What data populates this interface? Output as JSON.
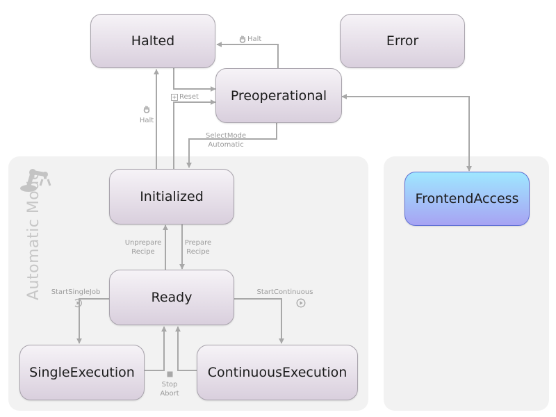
{
  "states": {
    "halted": "Halted",
    "error": "Error",
    "preoperational": "Preoperational",
    "initialized": "Initialized",
    "ready": "Ready",
    "single_execution": "SingleExecution",
    "continuous_execution": "ContinuousExecution",
    "frontend_access": "FrontendAccess"
  },
  "mode_title": "Automatic Mode",
  "transitions": {
    "halt_top": "Halt",
    "reset": "Reset",
    "halt_left": "Halt",
    "select_mode": "SelectMode",
    "select_mode_sub": "Automatic",
    "unprepare_1": "Unprepare",
    "unprepare_2": "Recipe",
    "prepare_1": "Prepare",
    "prepare_2": "Recipe",
    "start_single": "StartSingleJob",
    "start_continuous": "StartContinuous",
    "stop": "Stop",
    "abort": "Abort"
  },
  "icons": {
    "halt": "hand-icon",
    "reset": "reset-icon",
    "start_single": "single-play-icon",
    "start_continuous": "play-icon",
    "stop": "stop-icon",
    "mode": "robot-arm-icon"
  },
  "colors": {
    "panel": "#f2f2f2",
    "state_fill": "#e6dee9",
    "state_border": "#a7a2ab",
    "frontend_fill": "#a7c4f8",
    "frontend_border": "#5e6fd4",
    "arrow": "#a8a8a8"
  }
}
